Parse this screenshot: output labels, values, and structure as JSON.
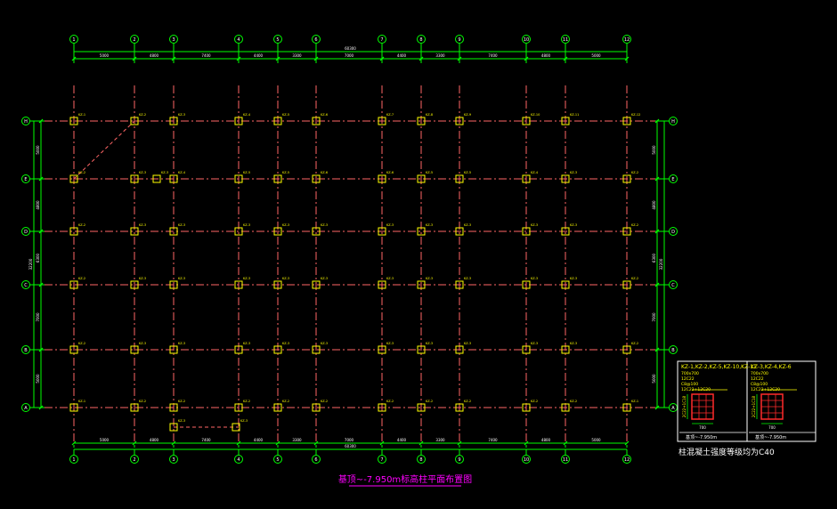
{
  "drawing": {
    "title": "基顶~-7.950m标高柱平面布置图",
    "concrete_note": "柱混凝土强度等级均为C40",
    "total_length_label": "60300",
    "total_width_label": "32200"
  },
  "grid": {
    "columns": [
      "1",
      "2",
      "3",
      "4",
      "5",
      "6",
      "7",
      "8",
      "9",
      "10",
      "11",
      "12"
    ],
    "rows": [
      "H",
      "E",
      "D",
      "C",
      "B",
      "A"
    ],
    "col_spacings": [
      "5000",
      "4800",
      "7400",
      "4400",
      "3300",
      "7000",
      "4400",
      "3300",
      "7400",
      "4800",
      "5000"
    ],
    "row_spacings": [
      "5000",
      "4800",
      "6300",
      "7000",
      "5000"
    ]
  },
  "columns_tags": {
    "H": [
      "KZ-1",
      "KZ-2",
      "KZ-3",
      "KZ-4",
      "KZ-5",
      "KZ-6",
      "KZ-7",
      "KZ-8",
      "KZ-9",
      "KZ-10",
      "KZ-11",
      "KZ-12"
    ],
    "E": [
      "KZ-2",
      "KZ-3",
      "KZ-4",
      "KZ-5",
      "KZ-5",
      "KZ-6",
      "KZ-6",
      "KZ-5",
      "KZ-5",
      "KZ-4",
      "KZ-3",
      "KZ-2"
    ],
    "D": [
      "KZ-2",
      "KZ-3",
      "KZ-3",
      "KZ-3",
      "KZ-3",
      "KZ-3",
      "KZ-3",
      "KZ-3",
      "KZ-3",
      "KZ-3",
      "KZ-3",
      "KZ-2"
    ],
    "C": [
      "KZ-2",
      "KZ-3",
      "KZ-3",
      "KZ-3",
      "KZ-3",
      "KZ-3",
      "KZ-3",
      "KZ-3",
      "KZ-3",
      "KZ-3",
      "KZ-3",
      "KZ-2"
    ],
    "B": [
      "KZ-2",
      "KZ-3",
      "KZ-3",
      "KZ-3",
      "KZ-3",
      "KZ-3",
      "KZ-3",
      "KZ-3",
      "KZ-3",
      "KZ-3",
      "KZ-3",
      "KZ-2"
    ],
    "A": [
      "KZ-1",
      "KZ-2",
      "KZ-2",
      "KZ-2",
      "KZ-2",
      "KZ-2",
      "KZ-2",
      "KZ-2",
      "KZ-2",
      "KZ-2",
      "KZ-2",
      "KZ-1"
    ]
  },
  "extra_tags": [
    "KZ-3",
    "KZ-3",
    "KZ-3"
  ],
  "legend": {
    "box1": {
      "header": "KZ-1,KZ-2,KZ-5,KZ-10,KZ-11",
      "lines": [
        "700x700",
        "12C22",
        "C8@100",
        "12C22+12C20"
      ],
      "dim_left": "2C22+1C18",
      "dim_bottom": "700",
      "level": "基顶~-7.950m"
    },
    "box2": {
      "header": "KZ-3,KZ-4,KZ-6",
      "lines": [
        "700x700",
        "12C22",
        "C8@100",
        "12C22+12C20"
      ],
      "dim_left": "2C22+1C18",
      "dim_bottom": "700",
      "level": "基顶~-7.950m"
    }
  },
  "colors": {
    "background": "#000000",
    "grid_line": "#ff6666",
    "dimension": "#00ff00",
    "column": "#ffff00",
    "title": "#ff00ff",
    "text": "#ffffff"
  }
}
